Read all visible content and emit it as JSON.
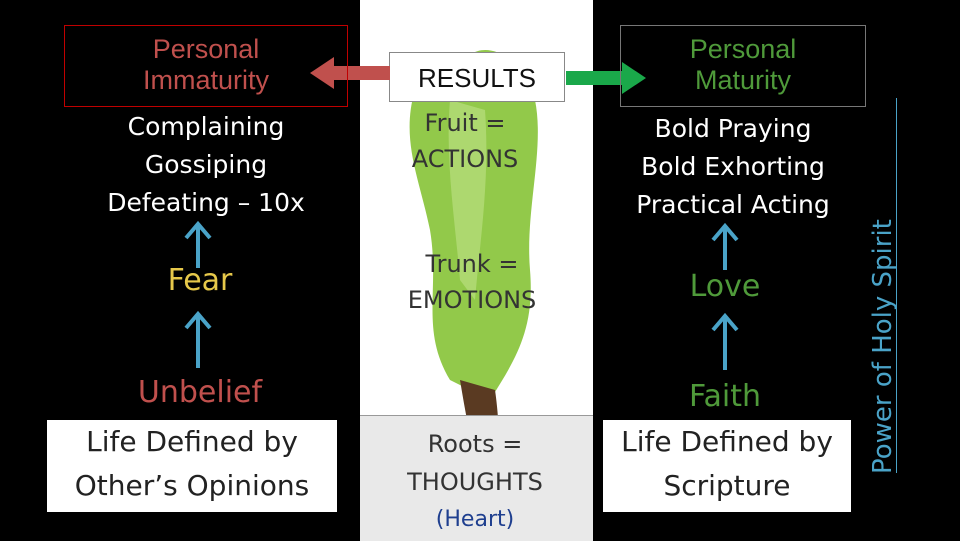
{
  "left": {
    "heading": [
      "Personal",
      "Immaturity"
    ],
    "results": [
      "Complaining",
      "Gossiping",
      "Defeating – 10x"
    ],
    "emotion": "Fear",
    "thought": "Unbelief",
    "definition": [
      "Life Defined by",
      "Other’s Opinions"
    ]
  },
  "center": {
    "results_label": "RESULTS",
    "fruit": [
      "Fruit =",
      "ACTIONS"
    ],
    "trunk": [
      "Trunk =",
      "EMOTIONS"
    ],
    "roots": [
      "Roots =",
      "THOUGHTS"
    ],
    "heart": "(Heart)"
  },
  "right": {
    "heading": [
      "Personal",
      "Maturity"
    ],
    "results": [
      "Bold Praying",
      "Bold Exhorting",
      "Practical Acting"
    ],
    "emotion": "Love",
    "thought": "Faith",
    "definition": [
      "Life Defined by",
      "Scripture"
    ],
    "side_label": "Power of Holy Spirit"
  },
  "colors": {
    "background": "#000000",
    "immaturity_red": "#c0504d",
    "maturity_green": "#4f9a3a",
    "arrow_blue": "#4aa3c8",
    "tree_green": "#8cc640",
    "trunk_brown": "#5a3a22"
  }
}
